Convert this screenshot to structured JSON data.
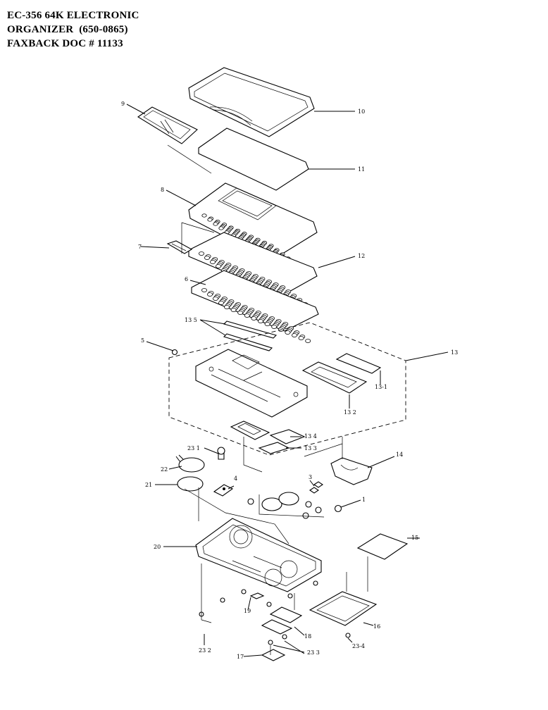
{
  "header": {
    "line1": "EC-356 64K ELECTRONIC",
    "line2": "ORGANIZER  (650-0865)",
    "line3": "FAXBACK DOC # 11133"
  },
  "callouts": {
    "c1": "1",
    "c3": "3",
    "c4": "4",
    "c5": "5",
    "c6": "6",
    "c7": "7",
    "c8": "8",
    "c9": "9",
    "c10": "10",
    "c11": "11",
    "c12": "12",
    "c13": "13",
    "c13_1": "13-1",
    "c13_2": "13 2",
    "c13_3": "13 3",
    "c13_4": "13 4",
    "c13_5": "13 5",
    "c14": "14",
    "c15": "15",
    "c16": "16",
    "c17": "17",
    "c18": "18",
    "c19": "19",
    "c20": "20",
    "c21": "21",
    "c22": "22",
    "c23_1": "23 1",
    "c23_2": "23 2",
    "c23_3": "23 3",
    "c23_4": "23-4"
  }
}
